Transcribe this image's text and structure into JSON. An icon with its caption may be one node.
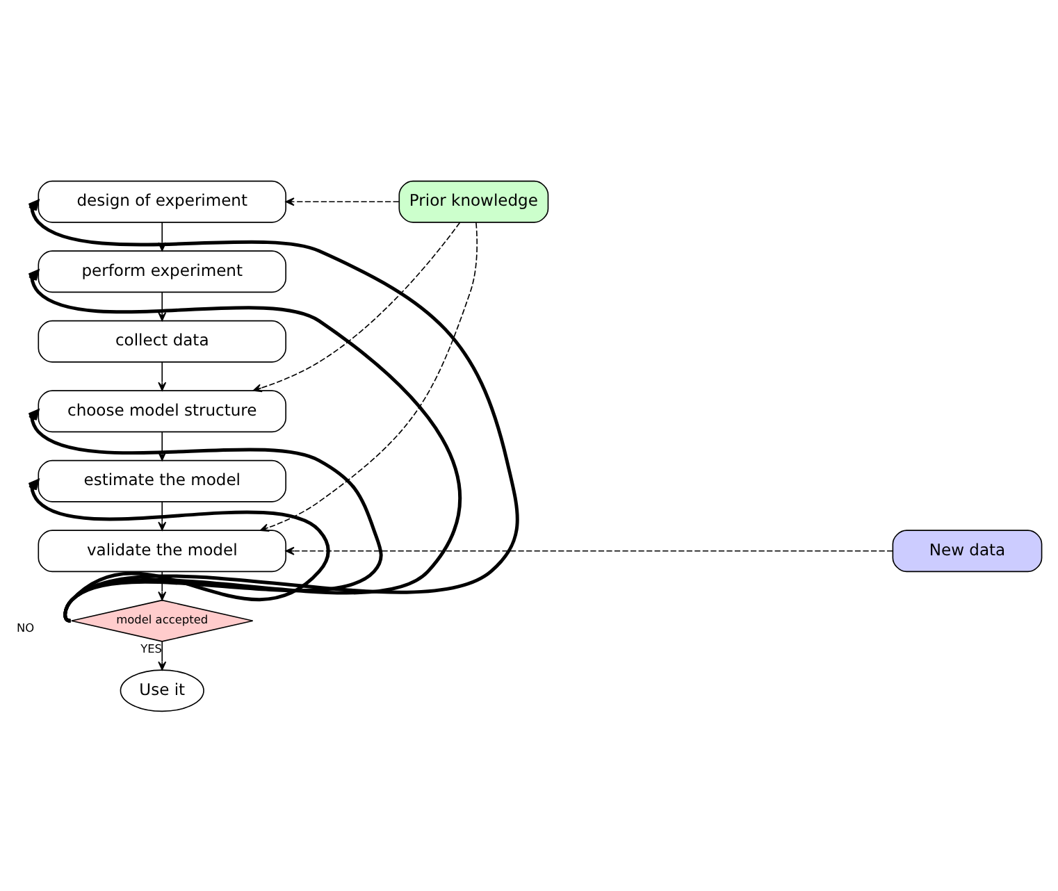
{
  "diagram": {
    "nodes": [
      {
        "text": [
          "design of experiment"
        ]
      },
      {
        "text": [
          "perform experiment"
        ]
      },
      {
        "text": [
          "collect data"
        ]
      },
      {
        "text": [
          "choose model structure"
        ]
      },
      {
        "text": [
          "estimate the model"
        ]
      },
      {
        "text": [
          "validate the model"
        ]
      },
      {
        "text": [
          "model accepted"
        ]
      },
      {
        "text": [
          "Use it"
        ]
      },
      {
        "text": [
          "Prior knowledge"
        ]
      },
      {
        "text": [
          "New data"
        ]
      }
    ],
    "edges": [
      {
        "from": 0,
        "to": 1,
        "arrow": "to"
      },
      {
        "from": 1,
        "to": 2,
        "arrow": "to"
      },
      {
        "from": 2,
        "to": 3,
        "arrow": "to"
      },
      {
        "from": 3,
        "to": 4,
        "arrow": "to"
      },
      {
        "from": 4,
        "to": 5,
        "arrow": "to"
      },
      {
        "from": 5,
        "to": 6,
        "arrow": "to"
      },
      {
        "from": 6,
        "to": 7,
        "arrow": "to",
        "label": "YES"
      },
      {
        "from": 6,
        "to": 0,
        "arrow": "to",
        "style": "thick",
        "label": "NO"
      },
      {
        "from": 6,
        "to": 1,
        "arrow": "to",
        "style": "thick"
      },
      {
        "from": 6,
        "to": 3,
        "arrow": "to",
        "style": "thick"
      },
      {
        "from": 6,
        "to": 4,
        "arrow": "to",
        "style": "thick"
      },
      {
        "from": 8,
        "to": 0,
        "arrow": "to",
        "style": "dashed"
      },
      {
        "from": 8,
        "to": 3,
        "arrow": "to",
        "style": "dashed"
      },
      {
        "from": 8,
        "to": 5,
        "arrow": "to",
        "style": "dashed"
      },
      {
        "from": 9,
        "to": 5,
        "arrow": "to",
        "style": "dashed"
      }
    ]
  }
}
